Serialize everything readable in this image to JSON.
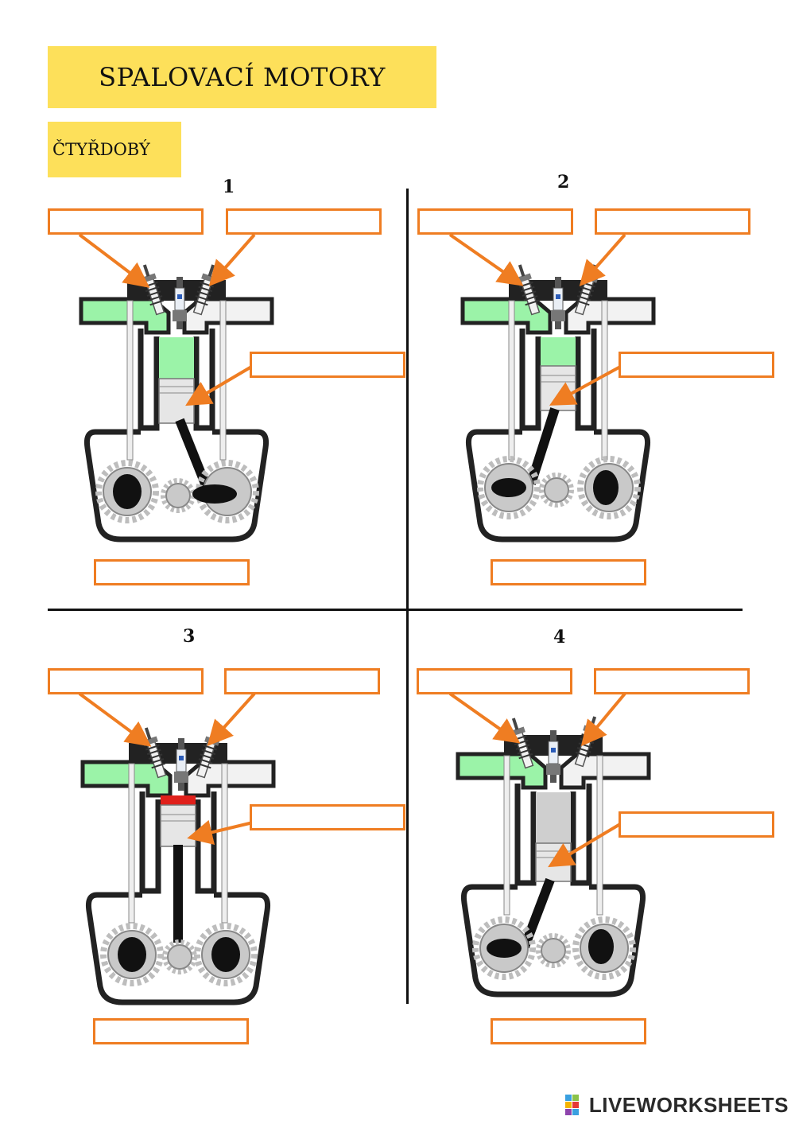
{
  "title": "SPALOVACÍ MOTORY",
  "subtitle": "ČTYŘDOBÝ",
  "panels": [
    {
      "number": "1"
    },
    {
      "number": "2"
    },
    {
      "number": "3"
    },
    {
      "number": "4"
    }
  ],
  "answer_placeholder": "",
  "brand": "LIVEWORKSHEETS",
  "colors": {
    "accent": "#ef7d22",
    "header": "#fde05a",
    "intake_gas": "#9bf3a8",
    "ignition": "#e0201b"
  }
}
